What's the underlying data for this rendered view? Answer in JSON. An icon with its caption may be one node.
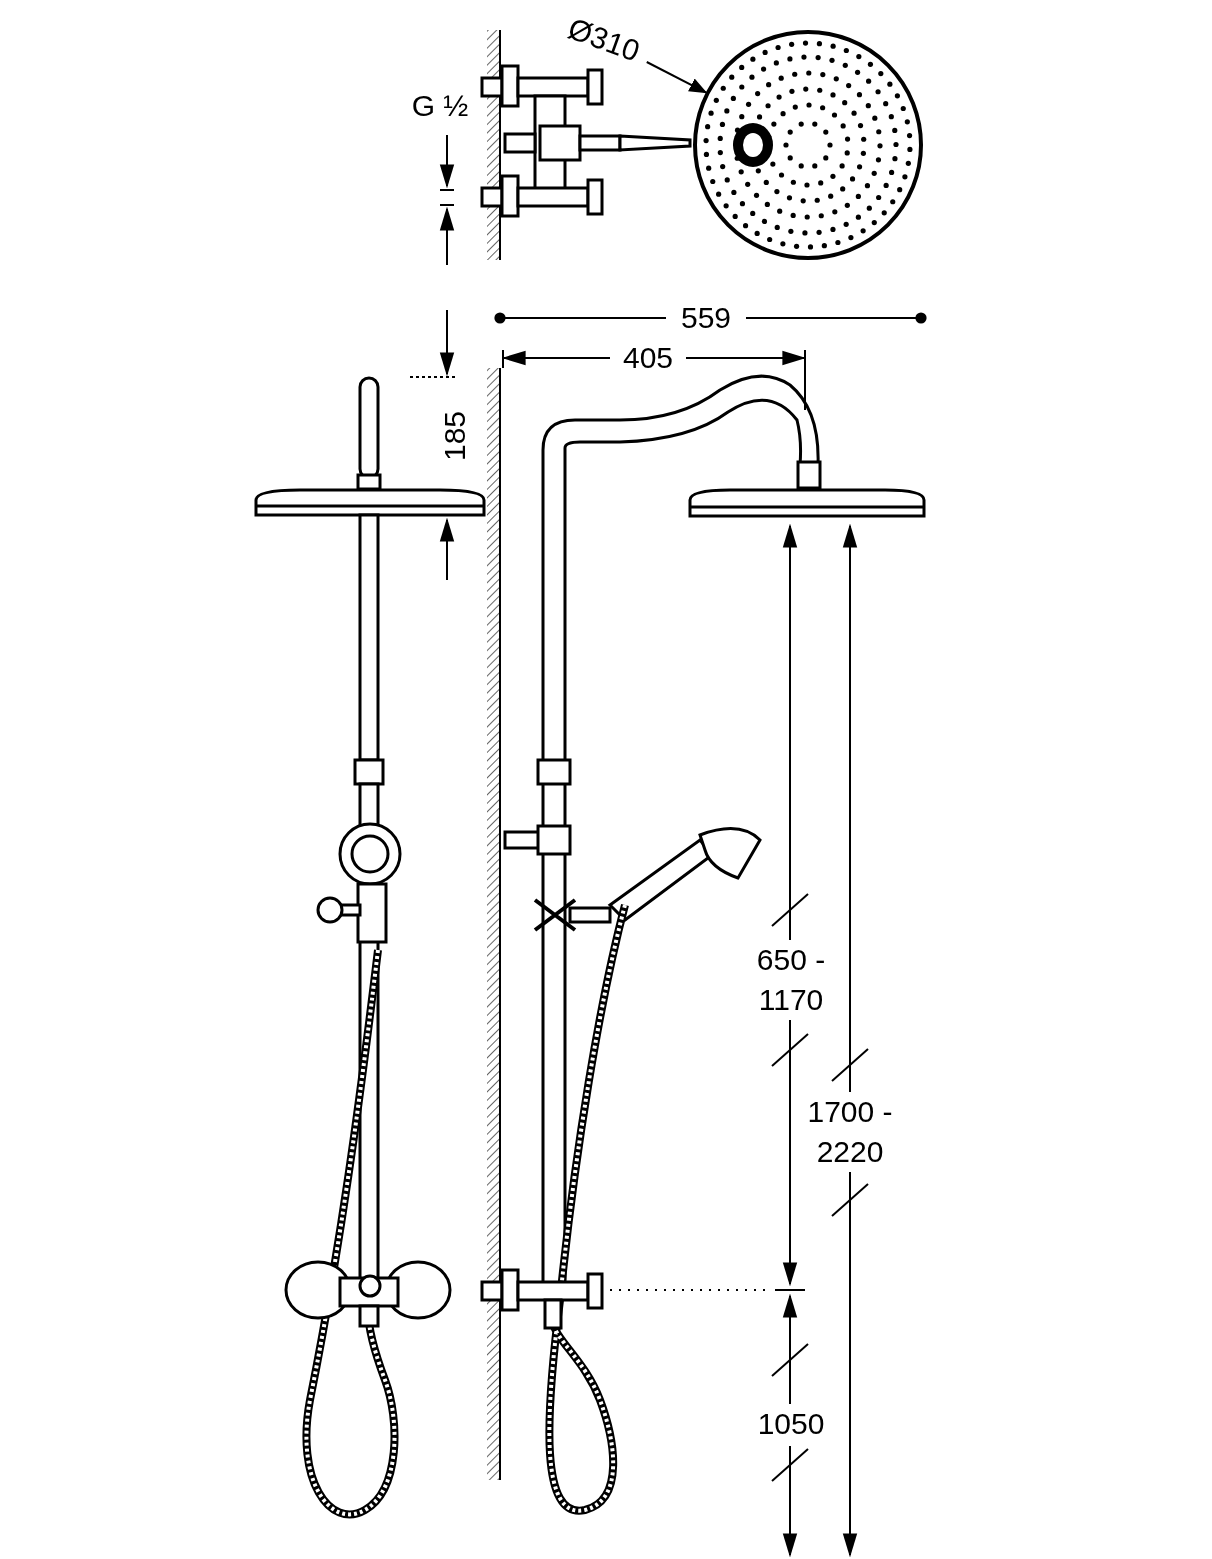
{
  "diagram": {
    "nodes": [
      {
        "text": [
          "Ø310"
        ]
      },
      {
        "text": [],
        "shape": "picture"
      }
    ],
    "edges": [
      {
        "from": 0,
        "to": 1,
        "arrow": "to"
      }
    ],
    "labels": [
      "G ½",
      "559",
      "405",
      "185",
      "650 - 1170",
      "1700 - 2220",
      "1050"
    ]
  }
}
